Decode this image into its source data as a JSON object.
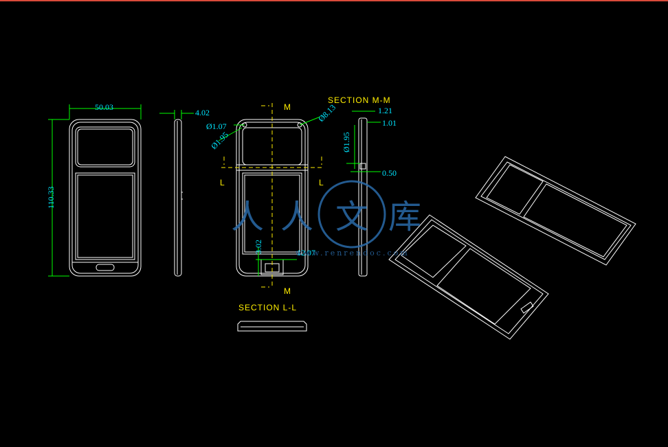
{
  "diagram": {
    "front_view": {
      "width": "50.03",
      "height": "110.33"
    },
    "side_view": {
      "thickness": "4.02"
    },
    "center_view": {
      "dia_1": "Ø1.07",
      "dia_2": "Ø1.95",
      "dia_3": "Ø8.13",
      "dim_bottom_1": "3.02",
      "dim_bottom_2": "12.07",
      "marker_m": "M",
      "marker_l": "L"
    },
    "section_mm": {
      "title": "SECTION M-M",
      "dim_1": "1.21",
      "dim_2": "1.01",
      "dim_3": "Ø1.95",
      "dim_4": "0.50"
    },
    "section_ll": {
      "title": "SECTION L-L"
    }
  },
  "watermark": {
    "chars": [
      "人",
      "人",
      "文",
      "库"
    ],
    "url": "www.renrendoc.com"
  },
  "colors": {
    "outline": "#ffffff",
    "dimension_line": "#00ff00",
    "dimension_text": "#00e5ff",
    "section_label": "#ffee00",
    "watermark": "#2a6aa8"
  }
}
